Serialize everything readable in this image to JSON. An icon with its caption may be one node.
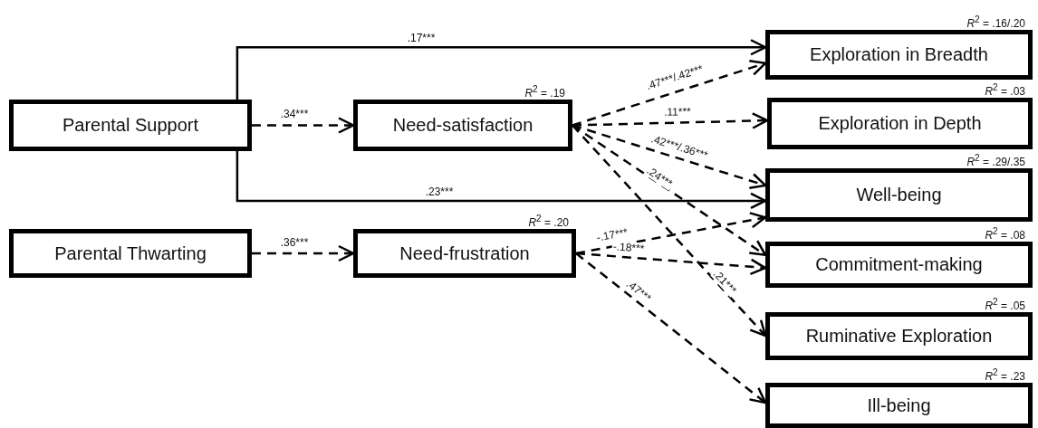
{
  "diagram": {
    "nodes": [
      {
        "text": [
          "Parental Support"
        ]
      },
      {
        "text": [
          "Parental Thwarting"
        ]
      },
      {
        "text": [
          "Need-satisfaction"
        ],
        "beside": [
          "*R*$^{2}$ = .19"
        ]
      },
      {
        "text": [
          "Need-frustration"
        ],
        "beside": [
          "*R*$^{2}$ = .20"
        ]
      },
      {
        "text": [
          "Exploration in Breadth"
        ],
        "beside": [
          "*R*$^{2}$ = .16/.20"
        ]
      },
      {
        "text": [
          "Exploration in Depth"
        ],
        "beside": [
          "*R*$^{2}$ = .03"
        ]
      },
      {
        "text": [
          "Well-being"
        ],
        "beside": [
          "*R*$^{2}$ = .29/.35"
        ]
      },
      {
        "text": [
          "Commitment-making"
        ],
        "beside": [
          "*R*$^{2}$ = .08"
        ]
      },
      {
        "text": [
          "Ruminative Exploration"
        ],
        "beside": [
          "*R*$^{2}$ = .05"
        ]
      },
      {
        "text": [
          "Ill-being"
        ],
        "beside": [
          "*R*$^{2}$ = .23"
        ]
      }
    ],
    "edges": [
      {
        "from": 0,
        "to": 4,
        "arrow": "to",
        "label": ".17***"
      },
      {
        "from": 0,
        "to": 6,
        "arrow": "to",
        "label": ".23***"
      },
      {
        "from": 0,
        "to": 2,
        "arrow": "to",
        "style": "dashed",
        "label": ".34***"
      },
      {
        "from": 1,
        "to": 3,
        "arrow": "to",
        "style": "dashed",
        "label": ".36***"
      },
      {
        "from": 2,
        "to": 4,
        "arrow": "to",
        "style": "dashed",
        "label": ".47***/.42***"
      },
      {
        "from": 2,
        "to": 5,
        "arrow": "to",
        "style": "dashed",
        "label": ".11***"
      },
      {
        "from": 2,
        "to": 6,
        "arrow": "to",
        "style": "dashed",
        "label": ".42***/.36***"
      },
      {
        "from": 2,
        "to": 7,
        "arrow": "to",
        "style": "dashed",
        "label": ".24***"
      },
      {
        "from": 2,
        "to": 8,
        "arrow": "to",
        "style": "dashed",
        "label": ".21***"
      },
      {
        "from": 3,
        "to": 6,
        "arrow": "to",
        "style": "dashed",
        "label": "-.17***"
      },
      {
        "from": 3,
        "to": 7,
        "arrow": "to",
        "style": "dashed",
        "label": "-.18***"
      },
      {
        "from": 3,
        "to": 9,
        "arrow": "to",
        "style": "dashed",
        "label": ".47***"
      }
    ]
  }
}
